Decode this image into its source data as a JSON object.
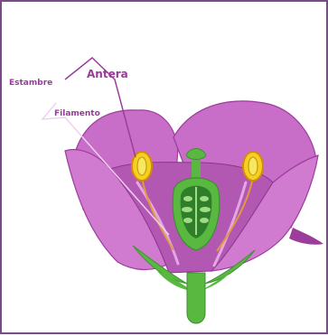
{
  "labels": {
    "estambre": "Estambre",
    "antera": "Antera",
    "filamento": "Filamento"
  },
  "colors": {
    "border": "#7a4a8a",
    "petal": "#c86ec8",
    "petal_dark": "#9c3c9c",
    "petal_light": "#e3a8e3",
    "label": "#9a3a9a",
    "anther": "#f2d21e",
    "anther_outline": "#d48a10",
    "green": "#58b840",
    "green_dark": "#2f7f2a"
  }
}
